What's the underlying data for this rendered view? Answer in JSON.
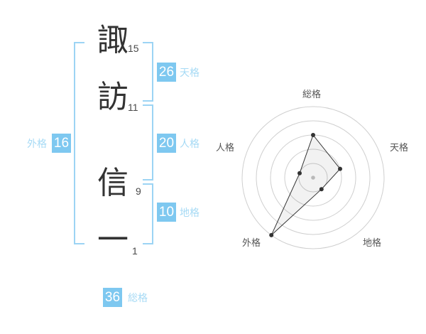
{
  "colors": {
    "badge": "#7EC8F0",
    "labeltext": "#A6DAF5",
    "bracket": "#9CD4F4",
    "ink": "#333333",
    "numink": "#4A4A4A"
  },
  "name_panel": {
    "characters": [
      {
        "char": "諏",
        "strokes": "15"
      },
      {
        "char": "訪",
        "strokes": "11"
      },
      {
        "char": "信",
        "strokes": "9"
      },
      {
        "char": "一",
        "strokes": "1"
      }
    ],
    "badges": {
      "tenkaku": {
        "value": "26",
        "label": "天格"
      },
      "jinkaku": {
        "value": "20",
        "label": "人格"
      },
      "chikaku": {
        "value": "10",
        "label": "地格"
      },
      "gaikaku": {
        "value": "16",
        "label": "外格"
      },
      "soukaku": {
        "value": "36",
        "label": "総格"
      }
    }
  },
  "chart_data": {
    "type": "radar",
    "categories": [
      "総格",
      "天格",
      "地格",
      "外格",
      "人格"
    ],
    "values": [
      60,
      40,
      20,
      100,
      20
    ],
    "max": 100,
    "rings": [
      20,
      40,
      60,
      80,
      100
    ],
    "start_angle_deg": -90,
    "direction": "clockwise",
    "grid": "concentric-circles",
    "ring_color": "#CFCFCF",
    "line_color": "#333333",
    "fill_color": "rgba(0,0,0,0.05)",
    "point_color": "#333333",
    "center_dot_color": "#B9B9B9",
    "label_color": "#555555"
  }
}
